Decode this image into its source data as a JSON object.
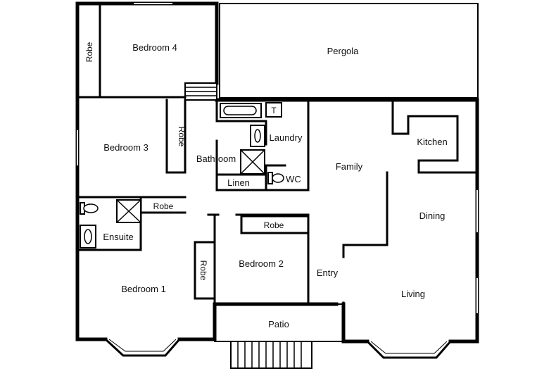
{
  "rooms": {
    "bedroom4": "Bedroom 4",
    "pergola": "Pergola",
    "bedroom3": "Bedroom 3",
    "bathroom": "Bathroom",
    "laundry": "Laundry",
    "family": "Family",
    "kitchen": "Kitchen",
    "linen": "Linen",
    "wc": "WC",
    "ensuite": "Ensuite",
    "bedroom2": "Bedroom 2",
    "dining": "Dining",
    "entry": "Entry",
    "living": "Living",
    "bedroom1": "Bedroom 1",
    "patio": "Patio"
  },
  "labels": {
    "robe": "Robe",
    "toilet_tag": "T"
  }
}
